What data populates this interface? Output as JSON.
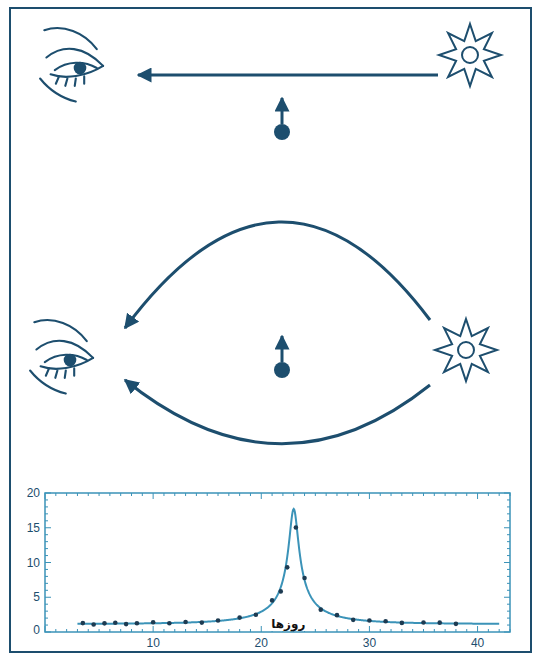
{
  "diagram": {
    "labels": [
      "20",
      "15",
      "10",
      "5",
      "0",
      "10",
      "20",
      "30",
      "40",
      "روزها"
    ]
  }
}
